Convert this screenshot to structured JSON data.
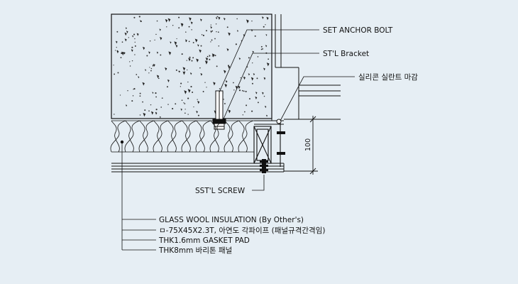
{
  "callouts": {
    "set_anchor_bolt": "SET ANCHOR BOLT",
    "stl_bracket": "ST'L Bracket",
    "silicone_sealant": "실리콘 실란트 마감",
    "sst_screw": "SST'L SCREW"
  },
  "dimension": "100",
  "legend": [
    "GLASS WOOL INSULATION (By Other's)",
    "ㅁ-75X45X2.3T, 아연도 각파이프 (패널규격간격임)",
    "THK1.6mm GASKET PAD",
    "THK8mm 바리톤 패널"
  ],
  "colors": {
    "background": "#e6eef4",
    "concrete_fill": "#dfe8ef",
    "line": "#111111"
  }
}
